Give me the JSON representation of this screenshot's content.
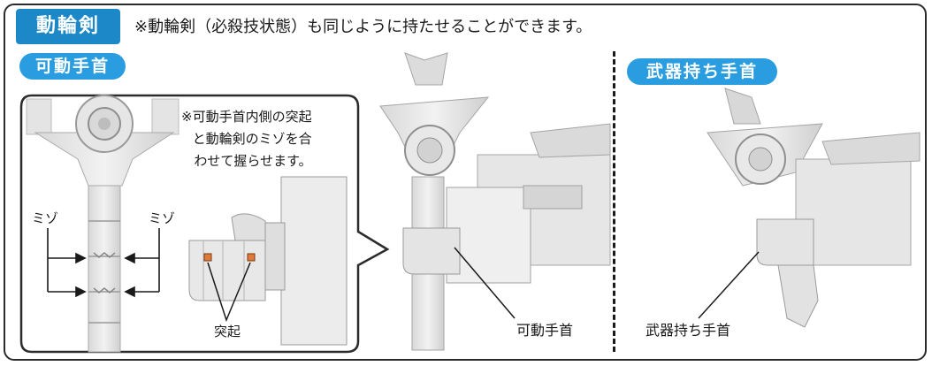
{
  "header": {
    "badge": "動輪剣",
    "note": "※動輪剣（必殺技状態）も同じように持たせることができます。"
  },
  "left_section": {
    "title": "可動手首",
    "note_lines": "※可動手首内側の突起\nと動輪剣のミゾを合\nわせて握らせます。",
    "label_groove_left": "ミゾ",
    "label_groove_right": "ミゾ",
    "label_bump": "突起"
  },
  "center_section": {
    "callout": "可動手首"
  },
  "right_section": {
    "title": "武器持ち手首",
    "callout": "武器持ち手首"
  },
  "colors": {
    "accent_blue": "#1c88c8",
    "pill_blue": "#2a9de0",
    "bump_orange": "#e07a3a"
  }
}
